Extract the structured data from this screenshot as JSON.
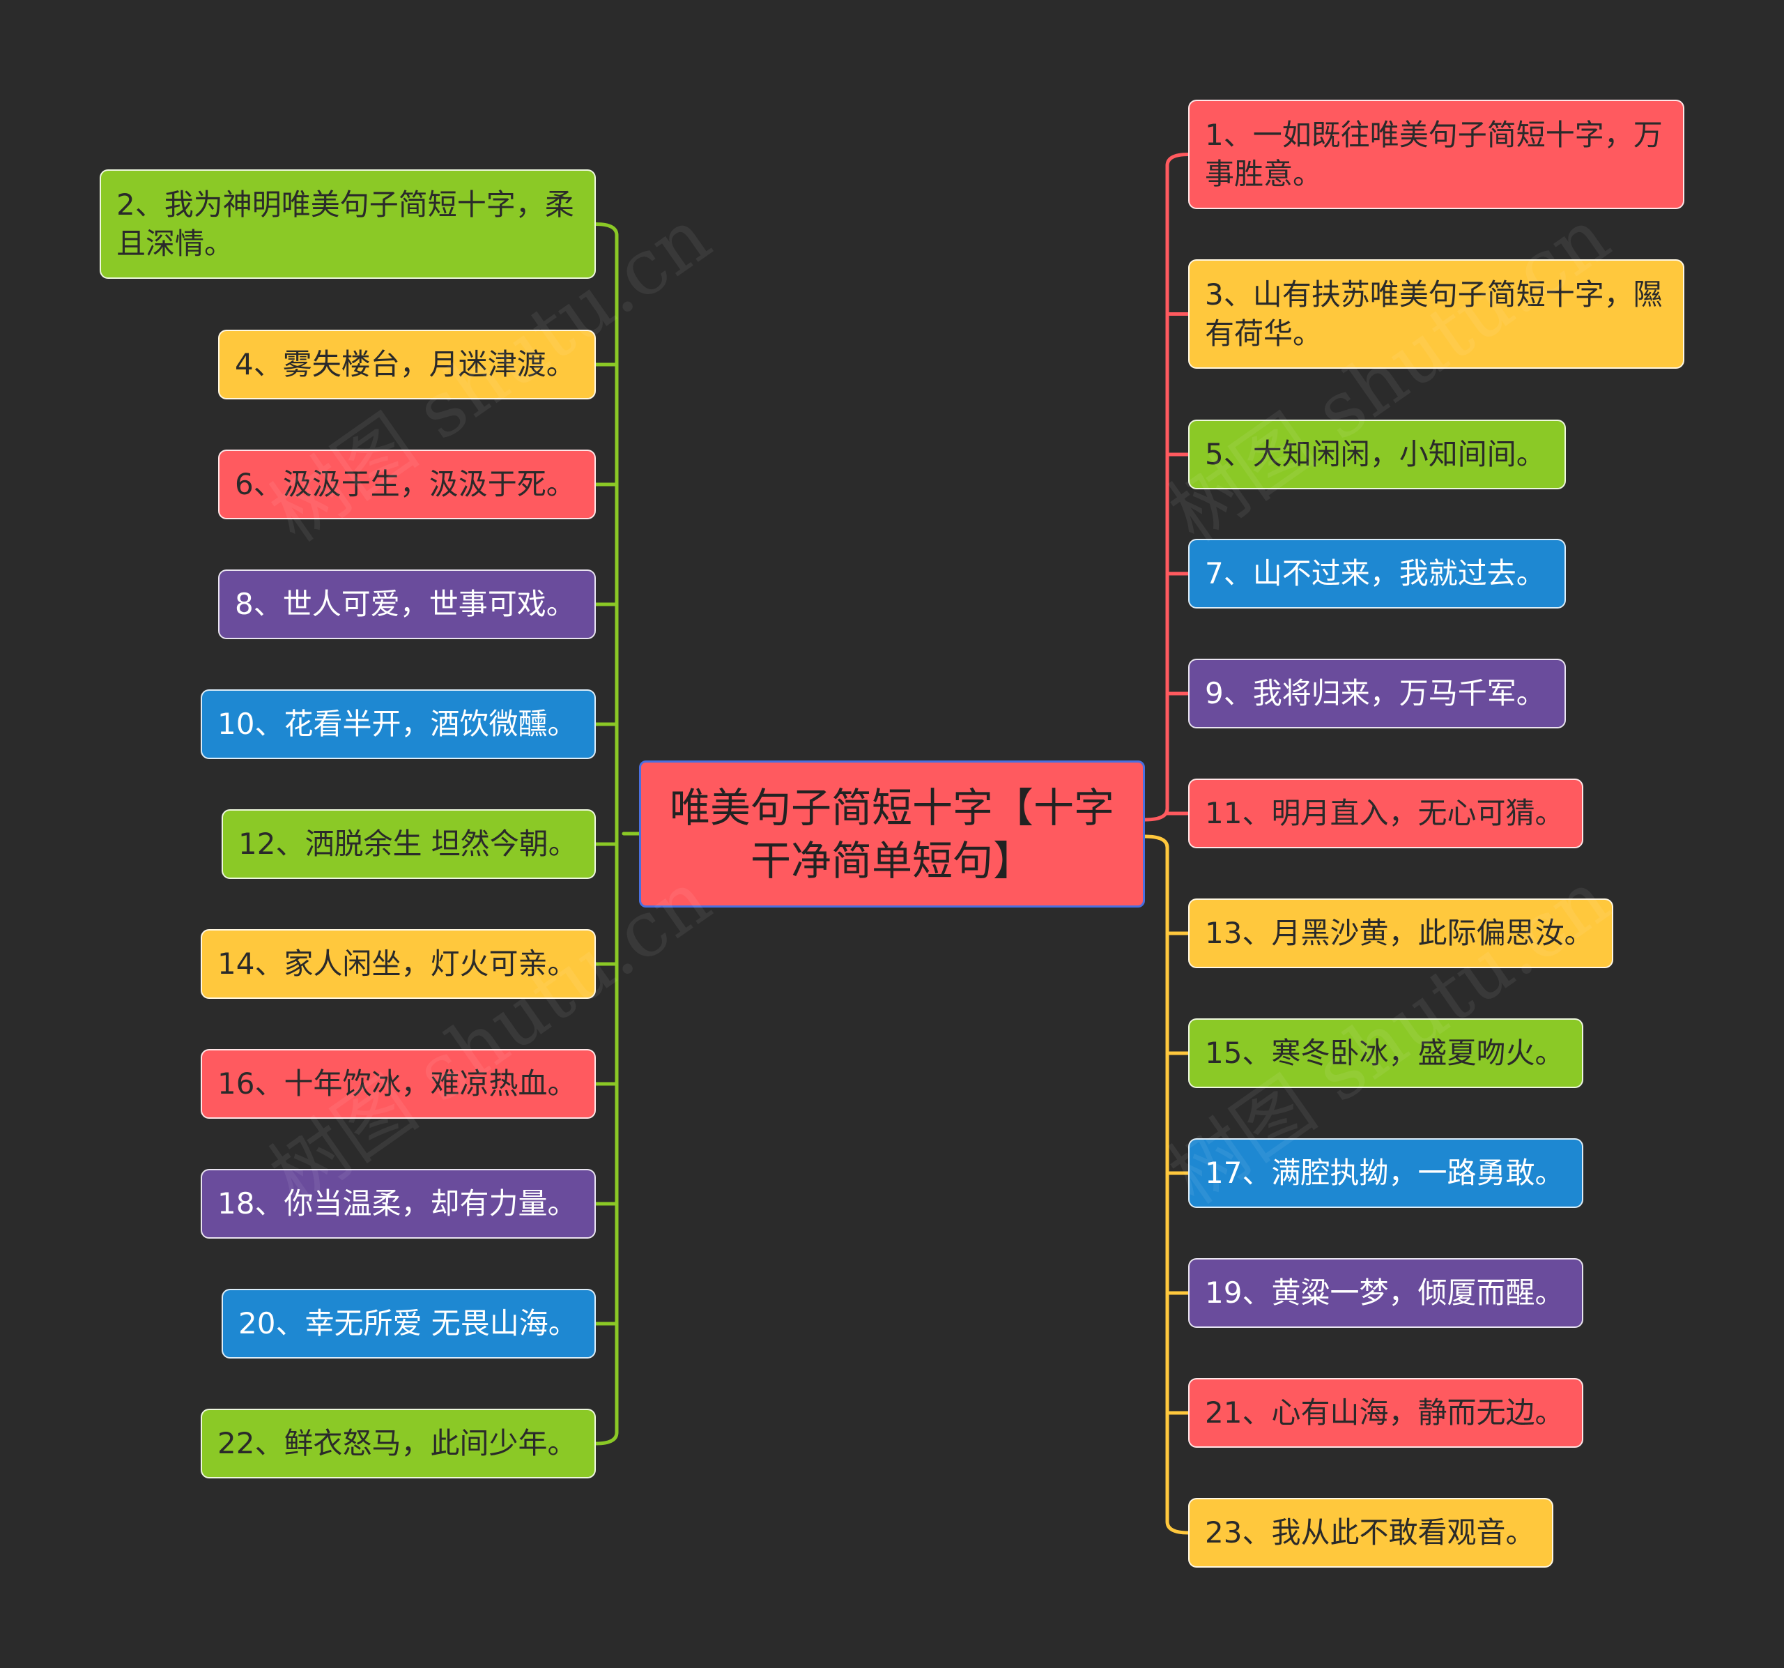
{
  "colors": {
    "background": "#2b2b2b",
    "red": "#ff5a5f",
    "yellow": "#ffc83d",
    "green": "#8bc926",
    "blue": "#1e88d2",
    "purple": "#6a4c9c",
    "center_border": "#4a6fe0",
    "left_branch_line": "#8bc926",
    "right_upper_branch_line": "#ff5a5f",
    "right_lower_branch_line": "#ffc83d"
  },
  "center": {
    "title": "唯美句子简短十字【十字干净简单短句】",
    "color": "red"
  },
  "left_nodes": [
    {
      "text": "2、我为神明唯美句子简短十字，柔且深情。",
      "color": "green",
      "icon": "none"
    },
    {
      "text": "4、雾失楼台，月迷津渡。",
      "color": "yellow"
    },
    {
      "text": "6、汲汲于生，汲汲于死。",
      "color": "red"
    },
    {
      "text": "8、世人可爱，世事可戏。",
      "color": "purple"
    },
    {
      "text": "10、花看半开，酒饮微醺。",
      "color": "blue"
    },
    {
      "text": "12、洒脱余生 坦然今朝。",
      "color": "green"
    },
    {
      "text": "14、家人闲坐，灯火可亲。",
      "color": "yellow"
    },
    {
      "text": "16、十年饮冰，难凉热血。",
      "color": "red"
    },
    {
      "text": "18、你当温柔，却有力量。",
      "color": "purple"
    },
    {
      "text": "20、幸无所爱 无畏山海。",
      "color": "blue"
    },
    {
      "text": "22、鲜衣怒马，此间少年。",
      "color": "green"
    }
  ],
  "right_nodes": [
    {
      "text": "1、一如既往唯美句子简短十字，万事胜意。",
      "color": "red"
    },
    {
      "text": "3、山有扶苏唯美句子简短十字，隰有荷华。",
      "color": "yellow"
    },
    {
      "text": "5、大知闲闲，小知间间。",
      "color": "green"
    },
    {
      "text": "7、山不过来，我就过去。",
      "color": "blue"
    },
    {
      "text": "9、我将归来，万马千军。",
      "color": "purple"
    },
    {
      "text": "11、明月直入，无心可猜。",
      "color": "red"
    },
    {
      "text": "13、月黑沙黄，此际偏思汝。",
      "color": "yellow"
    },
    {
      "text": "15、寒冬卧冰，盛夏吻火。",
      "color": "green"
    },
    {
      "text": "17、满腔执拗，一路勇敢。",
      "color": "blue"
    },
    {
      "text": "19、黄粱一梦，倾厦而醒。",
      "color": "purple"
    },
    {
      "text": "21、心有山海，静而无边。",
      "color": "red"
    },
    {
      "text": "23、我从此不敢看观音。",
      "color": "yellow"
    }
  ],
  "watermark": "树图 shutu.cn"
}
